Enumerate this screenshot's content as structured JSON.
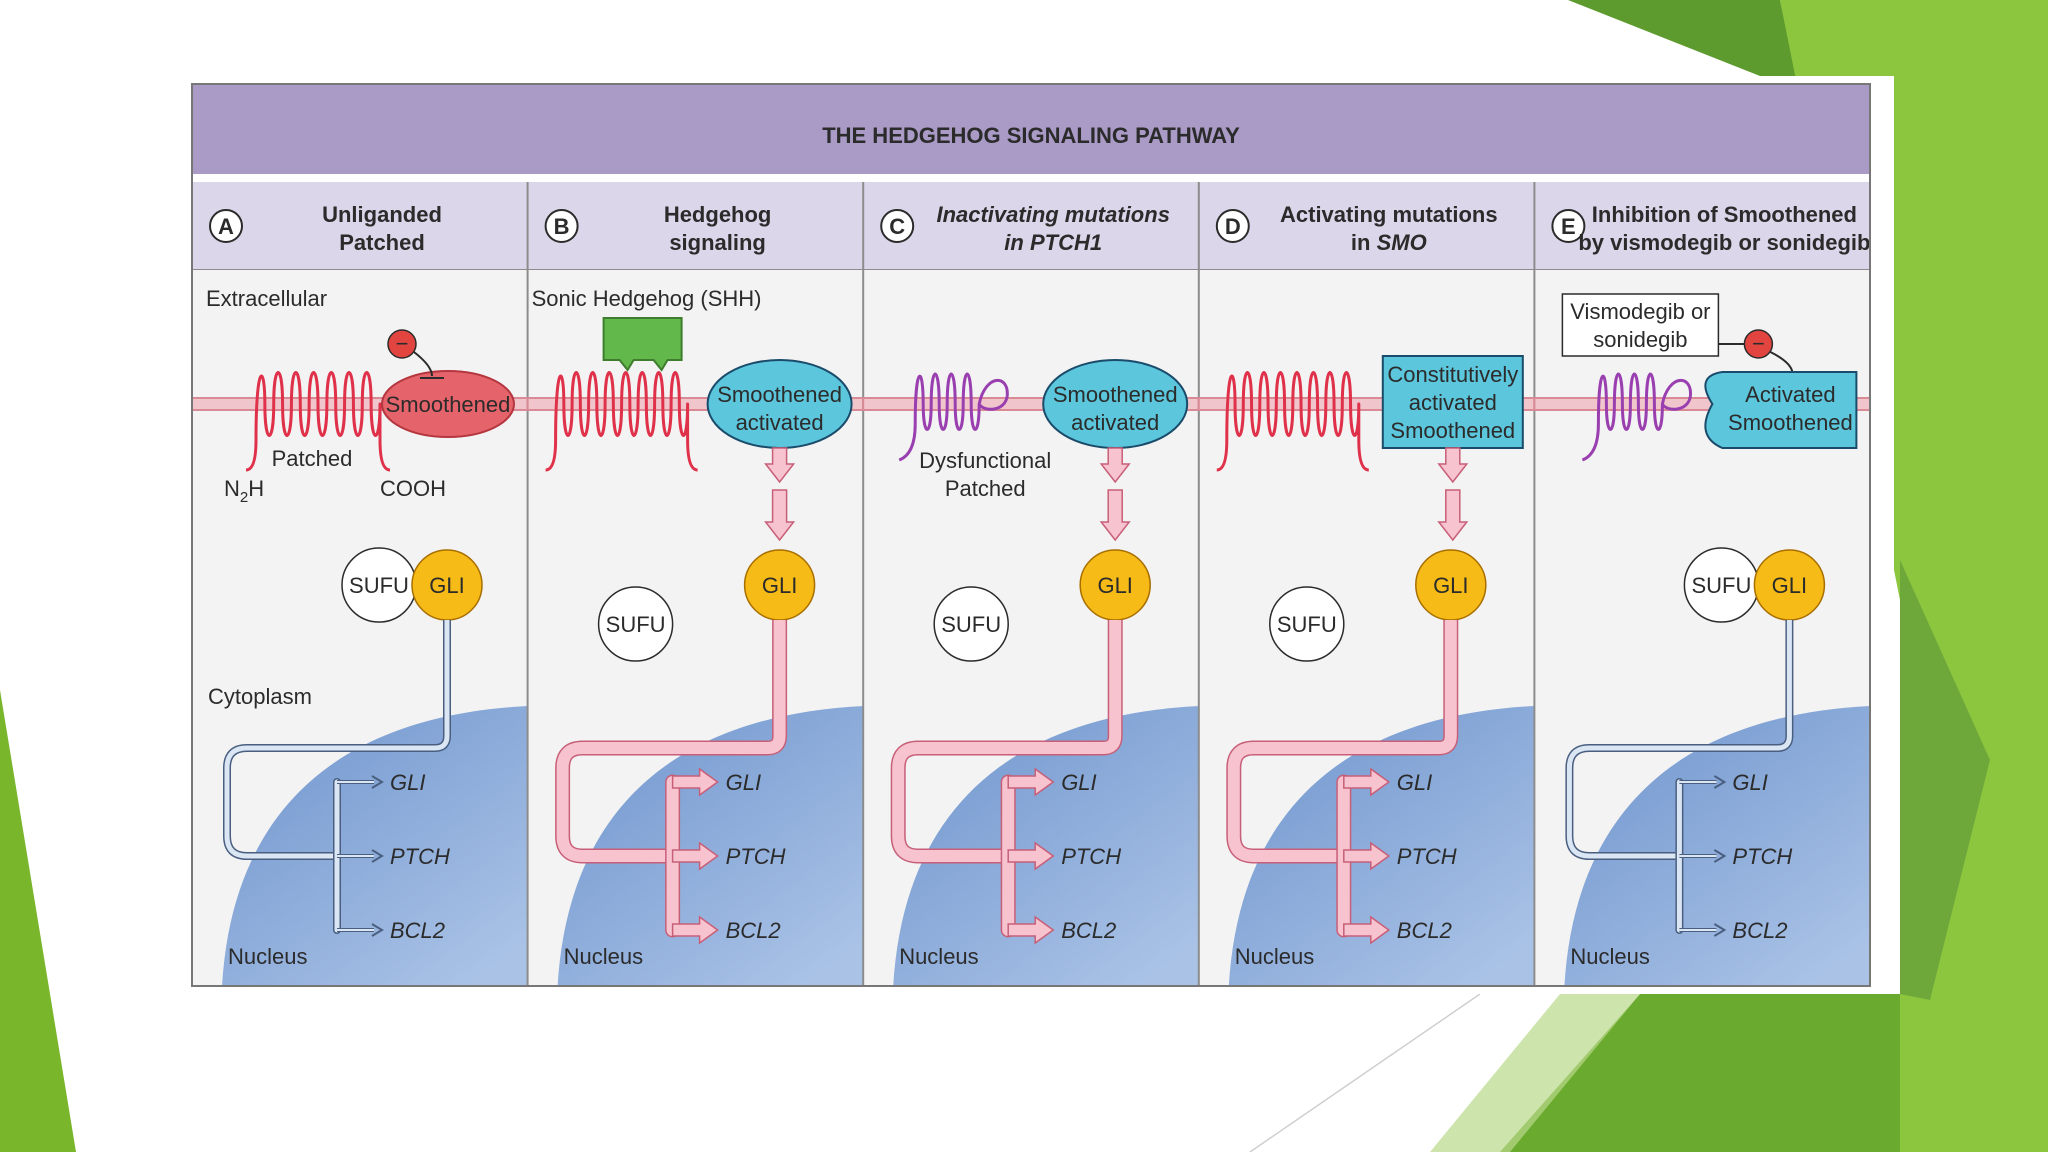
{
  "title": "THE HEDGEHOG SIGNALING PATHWAY",
  "colors": {
    "title_band": "#a99ac6",
    "header_band": "#dcd6ea",
    "membrane": "#d98a94",
    "patched_red": "#e0314a",
    "patched_purple": "#9a3fb0",
    "smoothened_red": "#e5636a",
    "smoothened_active": "#5cc6dc",
    "gli": "#f6bb16",
    "shh": "#63b84c",
    "nucleus": "#7b9fd2",
    "signal_pink": "#f7c3cf",
    "slide_green": "#7ab62c"
  },
  "panels": [
    {
      "letter": "A",
      "header_lines": [
        "Unliganded",
        "Patched"
      ],
      "italic_line": null,
      "labels": {
        "extracellular": "Extracellular",
        "smoothened": "Smoothened",
        "patched": "Patched",
        "n_term": "N",
        "n_sub": "2",
        "n_h": "H",
        "c_term": "COOH",
        "sufu": "SUFU",
        "gli": "GLI",
        "cytoplasm": "Cytoplasm",
        "nucleus": "Nucleus",
        "minus": "−"
      },
      "genes": [
        "GLI",
        "PTCH",
        "BCL2"
      ]
    },
    {
      "letter": "B",
      "header_lines": [
        "Hedgehog",
        "signaling"
      ],
      "italic_line": null,
      "labels": {
        "shh": "Sonic Hedgehog (SHH)",
        "smoothened_1": "Smoothened",
        "smoothened_2": "activated",
        "sufu": "SUFU",
        "gli": "GLI",
        "nucleus": "Nucleus"
      },
      "genes": [
        "GLI",
        "PTCH",
        "BCL2"
      ]
    },
    {
      "letter": "C",
      "header_lines": [
        "Inactivating mutations",
        "in PTCH1"
      ],
      "italic_line": "all",
      "labels": {
        "smoothened_1": "Smoothened",
        "smoothened_2": "activated",
        "dysfunctional_1": "Dysfunctional",
        "dysfunctional_2": "Patched",
        "sufu": "SUFU",
        "gli": "GLI",
        "nucleus": "Nucleus"
      },
      "genes": [
        "GLI",
        "PTCH",
        "BCL2"
      ]
    },
    {
      "letter": "D",
      "header_lines": [
        "Activating mutations",
        "in SMO"
      ],
      "italic_line": "SMO",
      "labels": {
        "const_1": "Constitutively",
        "const_2": "activated",
        "const_3": "Smoothened",
        "sufu": "SUFU",
        "gli": "GLI",
        "nucleus": "Nucleus"
      },
      "genes": [
        "GLI",
        "PTCH",
        "BCL2"
      ]
    },
    {
      "letter": "E",
      "header_lines": [
        "Inhibition of Smoothened",
        "by vismodegib or sonidegib"
      ],
      "italic_line": null,
      "labels": {
        "drug_1": "Vismodegib or",
        "drug_2": "sonidegib",
        "minus": "−",
        "activated_1": "Activated",
        "activated_2": "Smoothened",
        "sufu": "SUFU",
        "gli": "GLI",
        "nucleus": "Nucleus"
      },
      "genes": [
        "GLI",
        "PTCH",
        "BCL2"
      ]
    }
  ]
}
